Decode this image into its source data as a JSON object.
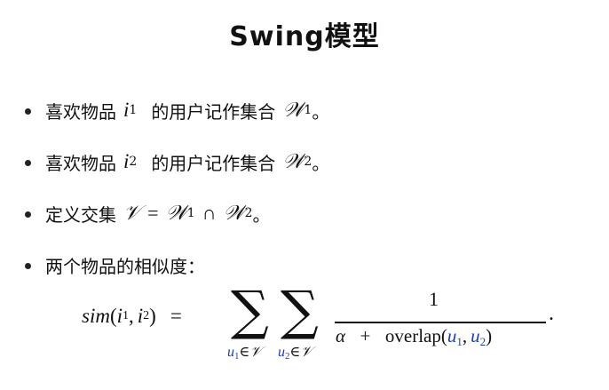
{
  "title": "Swing模型",
  "bullets": [
    {
      "prefix": "喜欢物品",
      "item": "i",
      "item_sub": "1",
      "mid": "的用户记作集合",
      "set": "𝒲",
      "set_sub": "1",
      "end": "。"
    },
    {
      "prefix": "喜欢物品",
      "item": "i",
      "item_sub": "2",
      "mid": "的用户记作集合",
      "set": "𝒲",
      "set_sub": "2",
      "end": "。"
    },
    {
      "prefix": "定义交集",
      "v": "𝒱",
      "eq": "=",
      "w1": "𝒲",
      "w1_sub": "1",
      "cap": "∩",
      "w2": "𝒲",
      "w2_sub": "2",
      "end": "。"
    },
    {
      "text": "两个物品的相似度："
    }
  ],
  "formula": {
    "lhs_func": "sim",
    "lhs_open": "(",
    "lhs_arg1": "i",
    "lhs_arg1_sub": "1",
    "lhs_comma": ",",
    "lhs_arg2": "i",
    "lhs_arg2_sub": "2",
    "lhs_close": ")",
    "equals": "=",
    "sum_symbol": "∑",
    "sum1_var": "u",
    "sum1_var_sub": "1",
    "sum1_in": "∈𝒱",
    "sum2_var": "u",
    "sum2_var_sub": "2",
    "sum2_in": "∈𝒱",
    "numerator": "1",
    "den_alpha": "α",
    "den_plus": "+",
    "den_func": "overlap(",
    "den_u1": "u",
    "den_u1_sub": "1",
    "den_comma": ",",
    "den_u2": "u",
    "den_u2_sub": "2",
    "den_close": ")",
    "period": "."
  }
}
